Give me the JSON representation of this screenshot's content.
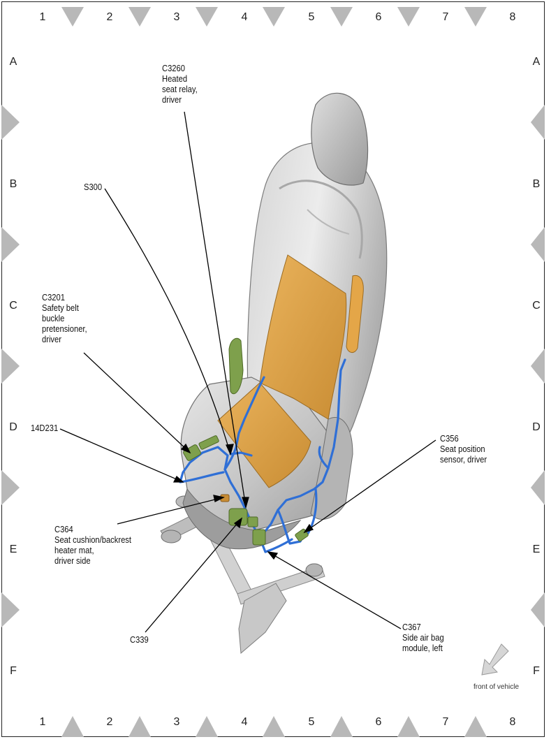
{
  "grid": {
    "columns": [
      "1",
      "2",
      "3",
      "4",
      "5",
      "6",
      "7",
      "8"
    ],
    "rows": [
      "A",
      "B",
      "C",
      "D",
      "E",
      "F"
    ]
  },
  "callouts": {
    "c3260": [
      "C3260",
      "Heated",
      "seat relay,",
      "driver"
    ],
    "s300": [
      "S300"
    ],
    "c3201": [
      "C3201",
      "Safety belt",
      "buckle",
      "pretensioner,",
      "driver"
    ],
    "d14d231": [
      "14D231"
    ],
    "c364": [
      "C364",
      "Seat cushion/backrest",
      "heater mat,",
      "driver side"
    ],
    "c339": [
      "C339"
    ],
    "c356": [
      "C356",
      "Seat position",
      "sensor, driver"
    ],
    "c367": [
      "C367",
      "Side air bag",
      "module, left"
    ]
  },
  "indicator": {
    "label": "front of vehicle",
    "icon": "arrow-down-left-icon"
  },
  "colors": {
    "seat": "#c9c9c9",
    "heater_mat": "#e0a54a",
    "harness": "#2f6fd6",
    "connector": "#7ea04c",
    "marker": "#b5b5b5"
  }
}
